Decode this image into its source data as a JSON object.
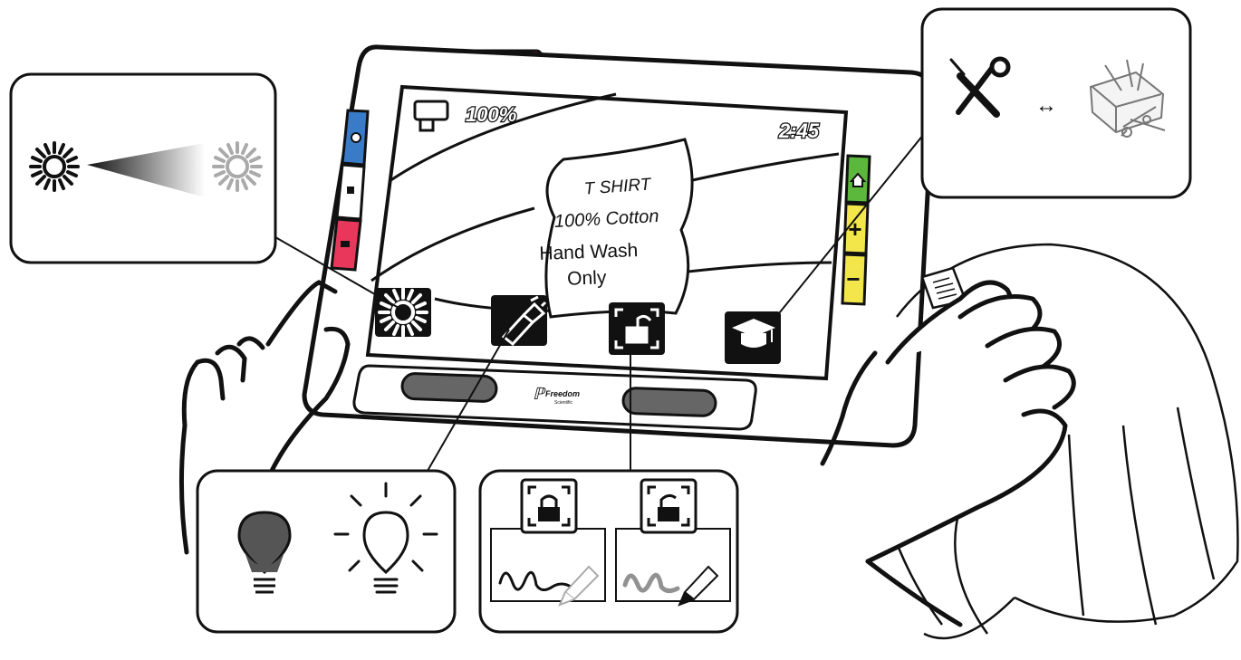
{
  "device": {
    "status": {
      "battery_percent": "100%",
      "time": "2:45"
    },
    "label_text": {
      "line1": "T SHIRT",
      "line2": "100% Cotton",
      "line3": "Hand Wash",
      "line4": "Only"
    },
    "brand": {
      "name": "Freedom",
      "sub": "Scientific"
    },
    "left_buttons": [
      {
        "name": "contrast",
        "color": "#3a7bc8"
      },
      {
        "name": "freeze",
        "color": "#ffffff"
      },
      {
        "name": "camera",
        "color": "#e8375a"
      }
    ],
    "right_buttons": [
      {
        "name": "home",
        "color": "#5cb83c"
      },
      {
        "name": "zoom-in",
        "color": "#f2e64a",
        "symbol": "+"
      },
      {
        "name": "zoom-out",
        "color": "#f2e64a",
        "symbol": "−"
      }
    ],
    "top_button_color": "#e8375a",
    "onscreen_icons": [
      "brightness-icon",
      "light-icon",
      "focus-lock-icon",
      "learn-icon"
    ]
  },
  "callouts": {
    "brightness": {
      "arrow": "dark-to-light"
    },
    "light": {
      "states": [
        "off",
        "on"
      ]
    },
    "focus_lock": {
      "states": [
        "locked",
        "unlocked"
      ]
    },
    "settings": {
      "connector": "↔"
    }
  }
}
